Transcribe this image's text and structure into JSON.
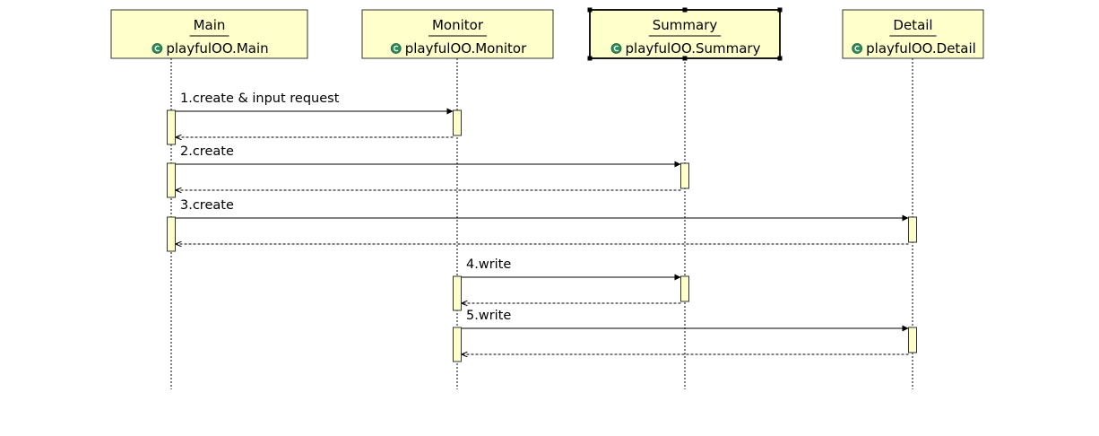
{
  "participants": [
    {
      "id": "main",
      "stereotype": "Main",
      "name": "playfulOO.Main",
      "icon": "class-icon",
      "selected": false
    },
    {
      "id": "monitor",
      "stereotype": "Monitor",
      "name": "playfulOO.Monitor",
      "icon": "class-icon",
      "selected": false
    },
    {
      "id": "summary",
      "stereotype": "Summary",
      "name": "playfulOO.Summary",
      "icon": "class-icon",
      "selected": true
    },
    {
      "id": "detail",
      "stereotype": "Detail",
      "name": "playfulOO.Detail",
      "icon": "class-icon",
      "selected": false
    }
  ],
  "messages": [
    {
      "label": "1.create & input request",
      "from": "main",
      "to": "monitor"
    },
    {
      "label": "2.create",
      "from": "main",
      "to": "summary"
    },
    {
      "label": "3.create",
      "from": "main",
      "to": "detail"
    },
    {
      "label": "4.write",
      "from": "monitor",
      "to": "summary"
    },
    {
      "label": "5.write",
      "from": "monitor",
      "to": "detail"
    }
  ],
  "colors": {
    "box_fill": "#ffffcc",
    "box_border": "#333333",
    "activation_fill": "#ffffcc",
    "line": "#000000",
    "icon_fill": "#2e8b57"
  }
}
